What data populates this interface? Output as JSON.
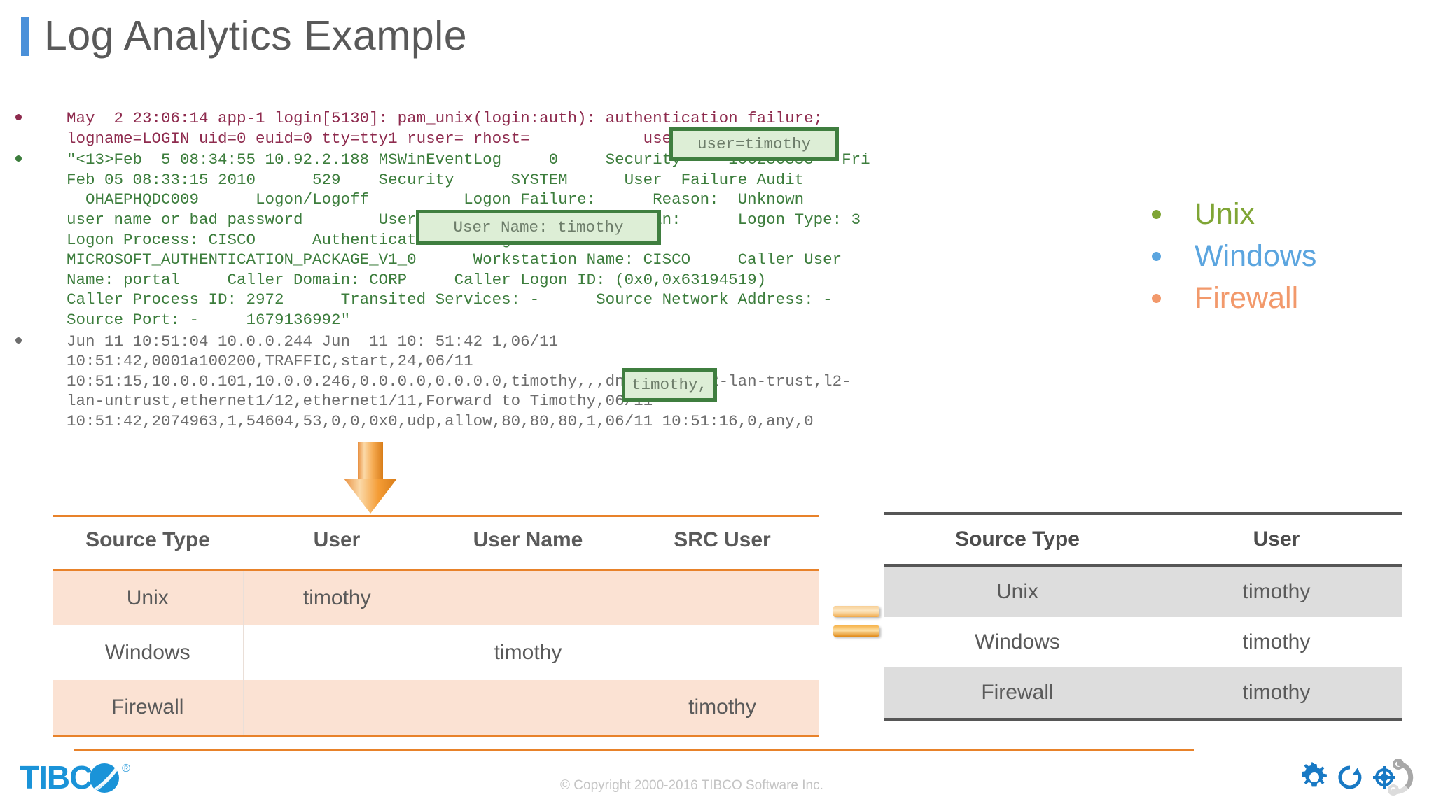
{
  "title": {
    "text": "Log Analytics Example",
    "accent_color": "#4a90d9"
  },
  "logs": [
    {
      "id": "unix",
      "source": "Unix",
      "color": "#8e2b4e",
      "text": "May  2 23:06:14 app-1 login[5130]: pam_unix(login:auth): authentication failure;\nlogname=LOGIN uid=0 euid=0 tty=tty1 ruser= rhost=            user=timothy"
    },
    {
      "id": "windows",
      "source": "Windows",
      "color": "#3c7d3c",
      "text": "\"<13>Feb  5 08:34:55 10.92.2.188 MSWinEventLog     0     Security     106236353   Fri\nFeb 05 08:33:15 2010      529    Security      SYSTEM      User  Failure Audit\n  OHAEPHQDC009      Logon/Logoff          Logon Failure:      Reason:  Unknown\nuser name or bad password        User Name: timothy       Domain:      Logon Type: 3\nLogon Process: CISCO      Authentication Package:\nMICROSOFT_AUTHENTICATION_PACKAGE_V1_0      Workstation Name: CISCO     Caller User\nName: portal     Caller Domain: CORP     Caller Logon ID: (0x0,0x63194519)\nCaller Process ID: 2972      Transited Services: -      Source Network Address: -\nSource Port: -     1679136992\""
    },
    {
      "id": "firewall",
      "source": "Firewall",
      "color": "#6d6d6d",
      "text": "Jun 11 10:51:04 10.0.0.244 Jun  11 10: 51:42 1,06/11\n10:51:42,0001a100200,TRAFFIC,start,24,06/11\n10:51:15,10.0.0.101,10.0.0.246,0.0.0.0,0.0.0.0,timothy,,,dns,vsys1,l2-lan-trust,l2-\nlan-untrust,ethernet1/12,ethernet1/11,Forward to Timothy,06/11\n10:51:42,2074963,1,54604,53,0,0,0x0,udp,allow,80,80,80,1,06/11 10:51:16,0,any,0"
    }
  ],
  "highlights": [
    {
      "id": "user-timothy",
      "text": "user=timothy"
    },
    {
      "id": "username-timothy",
      "text": "User Name: timothy"
    },
    {
      "id": "fw-timothy",
      "text": "timothy,"
    }
  ],
  "legend": {
    "items": [
      {
        "label": "Unix",
        "color": "#7fa535"
      },
      {
        "label": "Windows",
        "color": "#5ba5df"
      },
      {
        "label": "Firewall",
        "color": "#f2996b"
      }
    ]
  },
  "left_table": {
    "headers": [
      "Source Type",
      "User",
      "User Name",
      "SRC User"
    ],
    "rows": [
      {
        "cells": [
          "Unix",
          "timothy",
          "",
          ""
        ],
        "shaded": true
      },
      {
        "cells": [
          "Windows",
          "",
          "timothy",
          ""
        ],
        "shaded": false
      },
      {
        "cells": [
          "Firewall",
          "",
          "",
          "timothy"
        ],
        "shaded": true
      }
    ],
    "accent_color": "#E8822A",
    "shade_color": "#fbe2d3"
  },
  "right_table": {
    "headers": [
      "Source Type",
      "User"
    ],
    "rows": [
      {
        "cells": [
          "Unix",
          "timothy"
        ],
        "shaded": true
      },
      {
        "cells": [
          "Windows",
          "timothy"
        ],
        "shaded": false
      },
      {
        "cells": [
          "Firewall",
          "timothy"
        ],
        "shaded": true
      }
    ],
    "accent_color": "#565656",
    "shade_color": "#dddddd"
  },
  "connector": {
    "arrow": "down-arrow",
    "equals": "equals-sign"
  },
  "footer": {
    "logo_text": "TIBCO",
    "logo_registered": "®",
    "copyright": "© Copyright 2000-2016 TIBCO Software Inc.",
    "icons": [
      "gear-icon",
      "refresh-circle-icon",
      "target-network-icon"
    ],
    "accent_color": "#E8822A",
    "logo_color": "#1a93d8"
  }
}
